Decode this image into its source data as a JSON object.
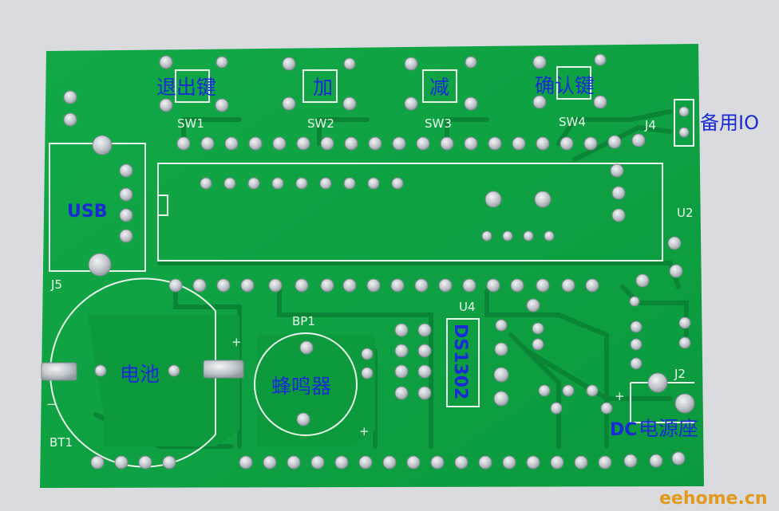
{
  "annotations": {
    "sw1_name": "退出键",
    "sw2_name": "加",
    "sw3_name": "减",
    "sw4_name": "确认键",
    "spare_io": "备用IO",
    "usb": "USB",
    "battery": "电池",
    "buzzer": "蜂鸣器",
    "rtc_chip": "DS1302",
    "dc_socket_prefix": "DC",
    "dc_socket": "电源座"
  },
  "silkscreen": {
    "sw1": "SW1",
    "sw2": "SW2",
    "sw3": "SW3",
    "sw4": "SW4",
    "j4": "J4",
    "u2": "U2",
    "j5": "J5",
    "bp1": "BP1",
    "u4": "U4",
    "j2": "J2",
    "bt1": "BT1",
    "plus_battery": "+",
    "minus_battery": "−",
    "plus_buzzer": "+",
    "plus_dc": "+"
  },
  "watermark": "eehome.cn",
  "colors": {
    "board": "#0fa243",
    "copper": "#0c8e3a",
    "silk": "#e9f5ea",
    "pad": "#c7ccd0",
    "background": "#d7d9dc",
    "label_blue": "#1a2bd6",
    "watermark": "#e39a1c"
  }
}
